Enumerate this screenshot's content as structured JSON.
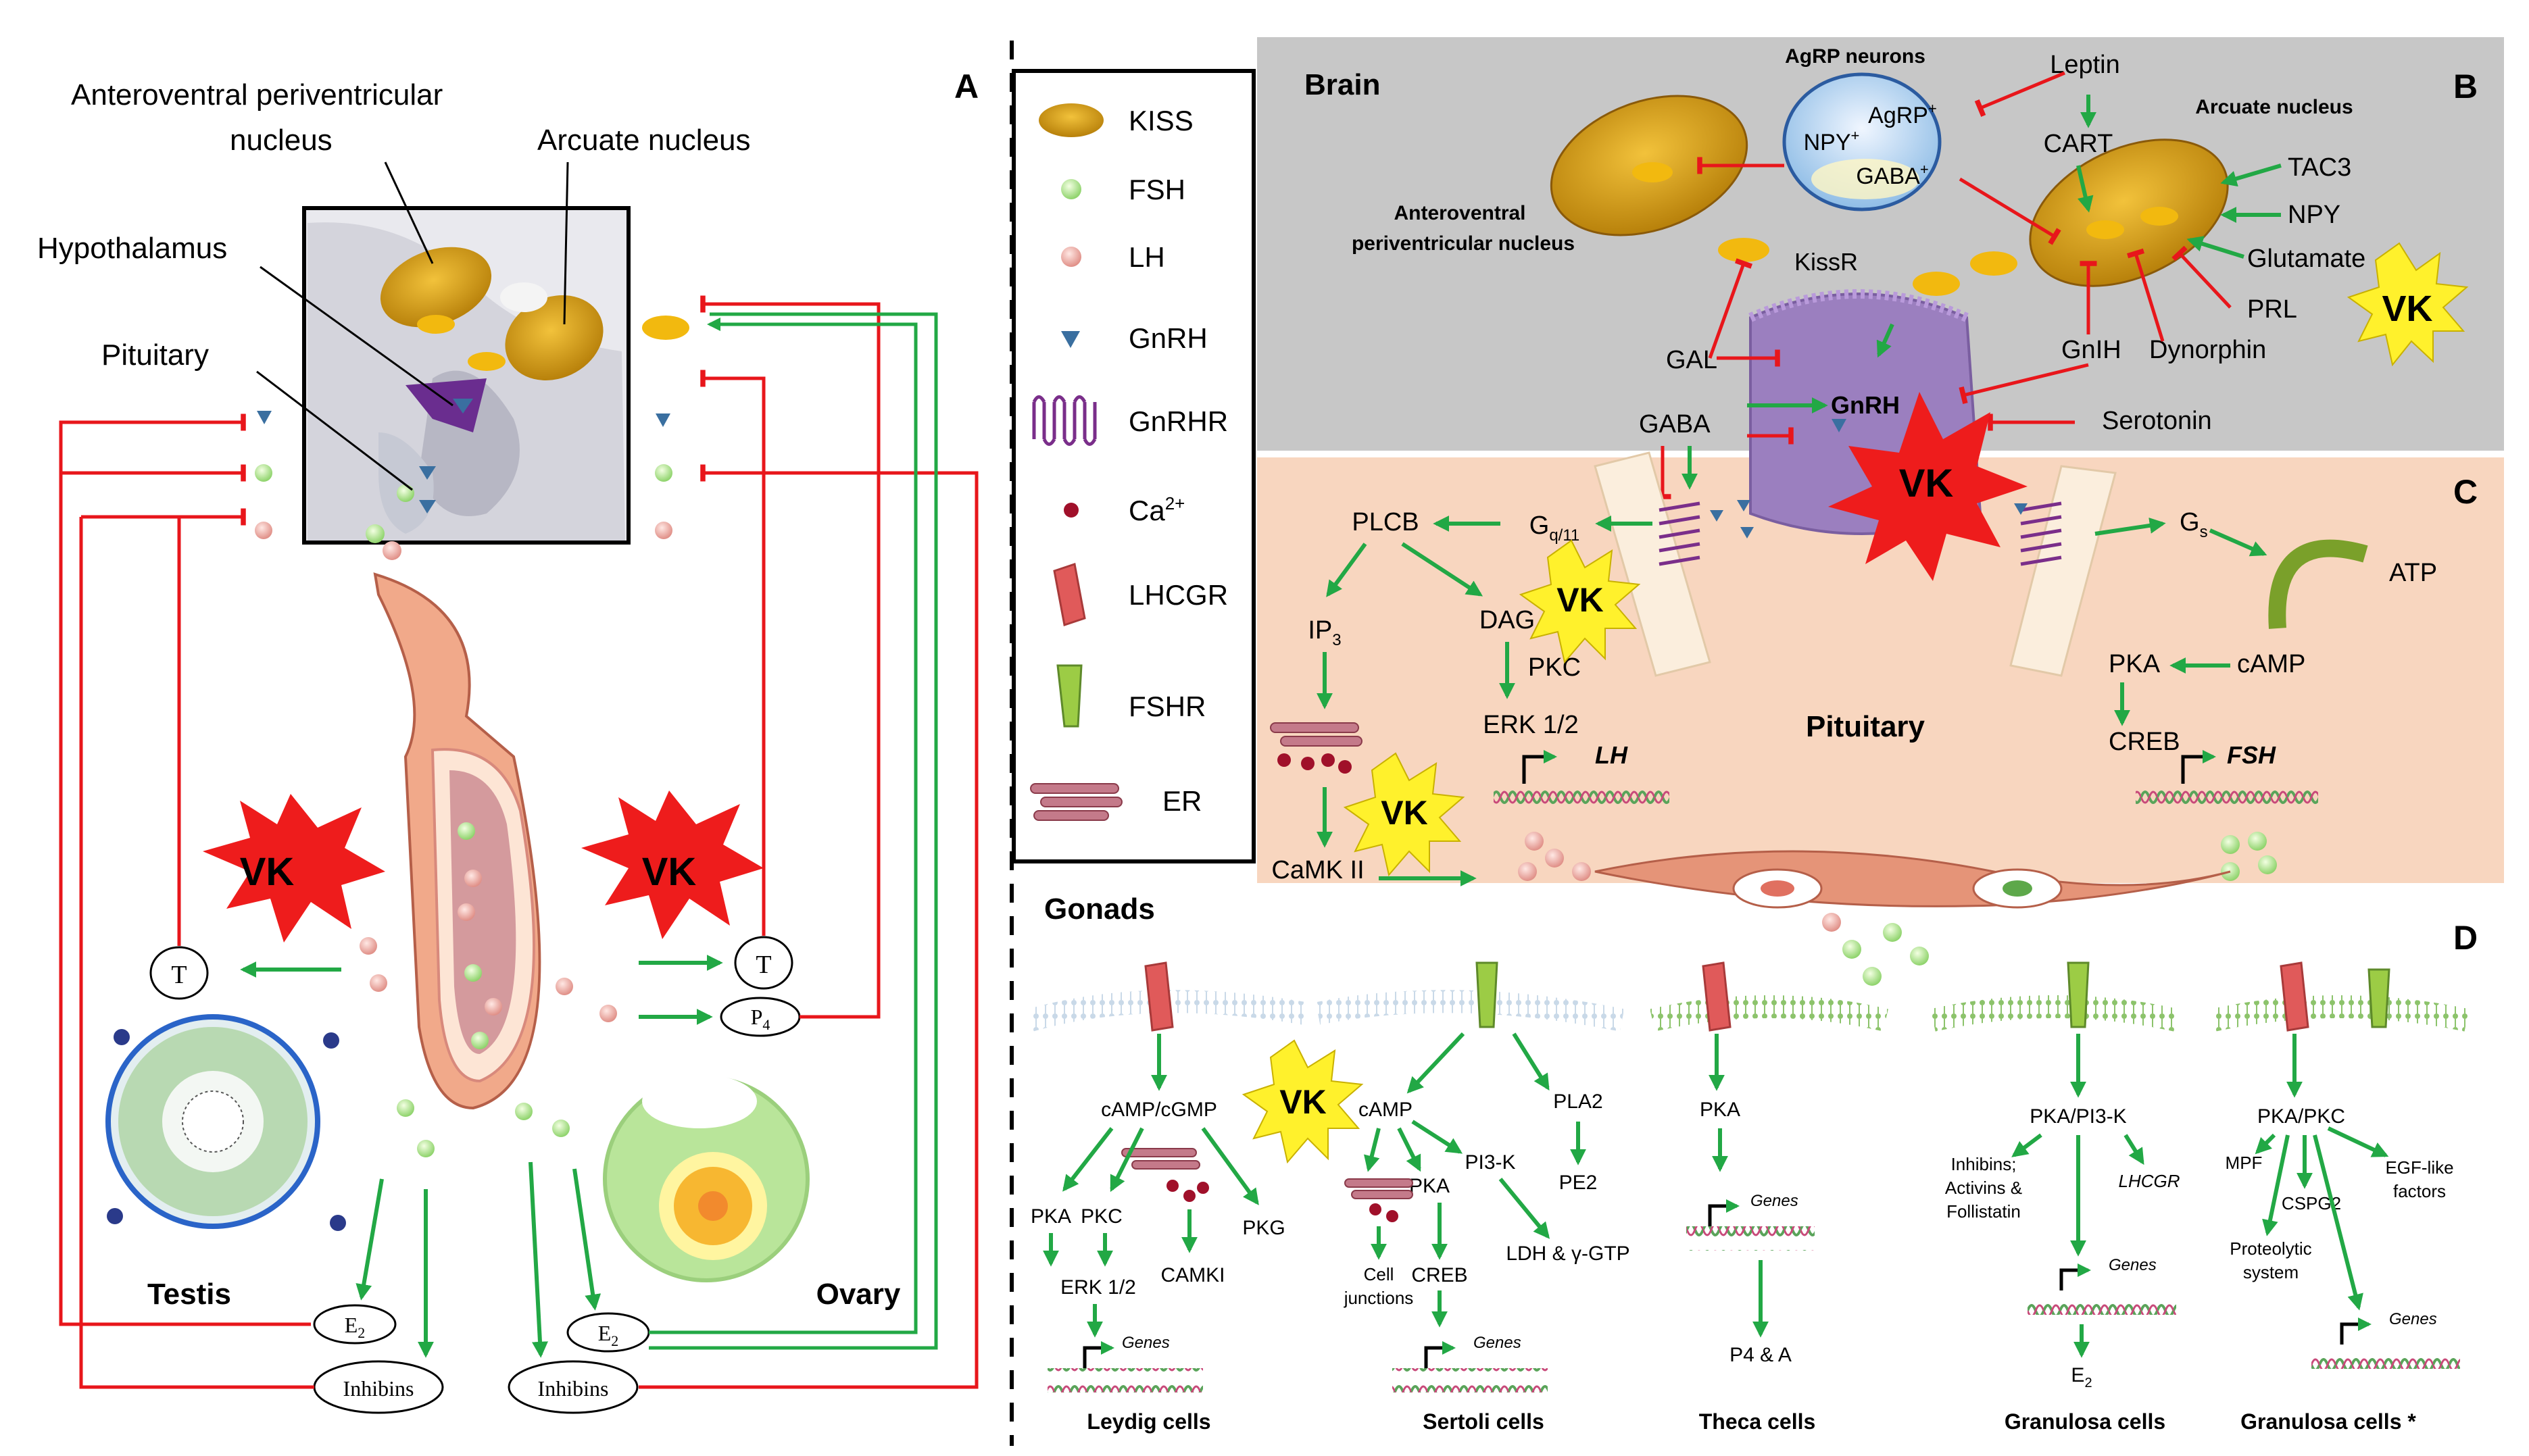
{
  "panels": {
    "A": "A",
    "B": "B",
    "C": "C",
    "D": "D"
  },
  "panel_a": {
    "avpv": "Anteroventral periventricular",
    "avpv2": "nucleus",
    "arcuate": "Arcuate nucleus",
    "hypothalamus": "Hypothalamus",
    "pituitary": "Pituitary",
    "testis": "Testis",
    "ovary": "Ovary",
    "t": "T",
    "p4": "P",
    "p4_sub": "4",
    "e2": "E",
    "e2_sub": "2",
    "inhibins": "Inhibins",
    "vk": "VK"
  },
  "legend": {
    "kiss": "KISS",
    "fsh": "FSH",
    "lh": "LH",
    "gnrh": "GnRH",
    "gnrhr": "GnRHR",
    "ca": "Ca",
    "ca_sup": "2+",
    "lhcgr": "LHCGR",
    "fshr": "FSHR",
    "er": "ER"
  },
  "panel_b": {
    "brain": "Brain",
    "agrp_neurons": "AgRP neurons",
    "agrp": "AgRP",
    "npy": "NPY",
    "gaba": "GABA",
    "plus": "+",
    "leptin": "Leptin",
    "cart": "CART",
    "arcuate_nucleus": "Arcuate nucleus",
    "tac3": "TAC3",
    "npy2": "NPY",
    "glutamate": "Glutamate",
    "prl": "PRL",
    "dynorphin": "Dynorphin",
    "gnih": "GnIH",
    "serotonin": "Serotonin",
    "gal": "GAL",
    "gaba2": "GABA",
    "kissr": "KissR",
    "gnrh": "GnRH",
    "avpv1": "Anteroventral",
    "avpv2": "periventricular nucleus",
    "vk": "VK"
  },
  "panel_c": {
    "plcb": "PLCB",
    "gq": "G",
    "gq_sub": "q/11",
    "ip3": "IP",
    "ip3_sub": "3",
    "dag": "DAG",
    "pkc": "PKC",
    "erk": "ERK 1/2",
    "lh": "LH",
    "camk": "CaMK II",
    "gs": "G",
    "gs_sub": "s",
    "atp": "ATP",
    "pka": "PKA",
    "camp": "cAMP",
    "creb": "CREB",
    "fsh": "FSH",
    "pituitary": "Pituitary",
    "vk": "VK"
  },
  "panel_d": {
    "gonads": "Gonads",
    "leydig": {
      "title": "Leydig cells",
      "camp": "cAMP/cGMP",
      "pka": "PKA",
      "pkc": "PKC",
      "erk": "ERK 1/2",
      "camki": "CAMKI",
      "pkg": "PKG",
      "genes": "Genes"
    },
    "sertoli": {
      "title": "Sertoli cells",
      "camp": "cAMP",
      "pi3k": "PI3-K",
      "pka": "PKA",
      "cell": "Cell",
      "junctions": "junctions",
      "creb": "CREB",
      "genes": "Genes",
      "pla2": "PLA2",
      "pe2": "PE2",
      "ldh": "LDH & γ-GTP"
    },
    "theca": {
      "title": "Theca cells",
      "pka": "PKA",
      "genes": "Genes",
      "p4a": "P4 & A"
    },
    "granulosa": {
      "title": "Granulosa  cells",
      "pka": "PKA/PI3-K",
      "inh1": "Inhibins;",
      "inh2": "Activins &",
      "inh3": "Follistatin",
      "lhcgr": "LHCGR",
      "genes": "Genes",
      "e2": "E",
      "e2_sub": "2"
    },
    "granulosa2": {
      "title": "Granulosa cells *",
      "pka": "PKA/PKC",
      "mpf": "MPF",
      "cspg2": "CSPG2",
      "egf1": "EGF-like",
      "egf2": "factors",
      "prot1": "Proteolytic",
      "prot2": "system",
      "genes": "Genes"
    },
    "vk": "VK"
  },
  "colors": {
    "activation": "#22a845",
    "inhibition": "#e8161b",
    "brain_bg": "#c7c7c7",
    "pituitary_bg": "#f8d6bf",
    "vk_red": "#ee1c1c",
    "vk_yellow": "#fff12c",
    "kiss": "#f2b90f",
    "fsh": "#b5e48c",
    "lh": "#f0a8a0",
    "gnrh": "#3a6fa0"
  }
}
